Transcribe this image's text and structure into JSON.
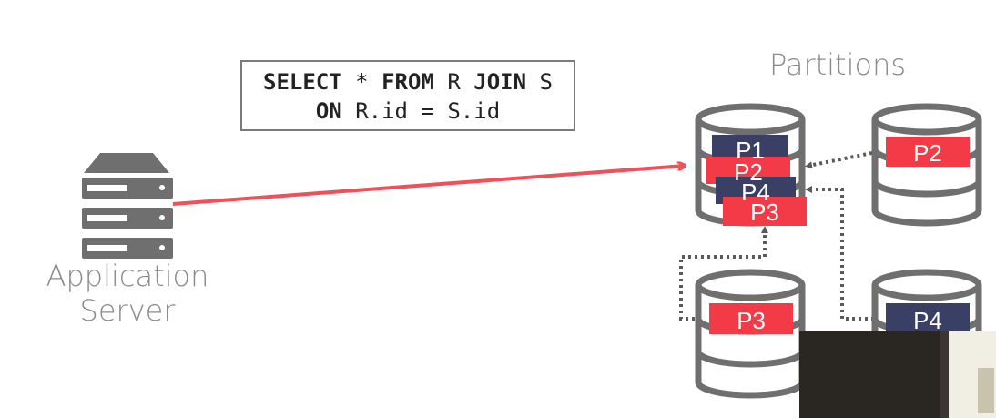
{
  "query": {
    "line1": [
      {
        "text": "SELECT",
        "bold": true
      },
      {
        "text": " * ",
        "bold": false
      },
      {
        "text": "FROM",
        "bold": true
      },
      {
        "text": " R ",
        "bold": false
      },
      {
        "text": "JOIN",
        "bold": true
      },
      {
        "text": " S",
        "bold": false
      }
    ],
    "line2": [
      {
        "text": "ON",
        "bold": true
      },
      {
        "text": " R.id = S.id",
        "bold": false
      }
    ]
  },
  "partitions_title": "Partitions",
  "app_server": {
    "line1": "Application",
    "line2": "Server"
  },
  "central_node": {
    "labels": [
      {
        "text": "P1",
        "color": "navy"
      },
      {
        "text": "P2",
        "color": "red"
      },
      {
        "text": "P4",
        "color": "navy"
      },
      {
        "text": "P3",
        "color": "red"
      }
    ]
  },
  "nodes": [
    {
      "id": "top-right",
      "label": "P2",
      "color": "red"
    },
    {
      "id": "bottom-left",
      "label": "P3",
      "color": "red"
    },
    {
      "id": "bottom-right",
      "label": "P4",
      "color": "navy"
    }
  ],
  "colors": {
    "red": "#f23b47",
    "navy": "#3a3f66",
    "gray": "#6f6f6f",
    "arrow": "#f0505a",
    "dotted": "#666666",
    "text": "#8a8a8a"
  }
}
